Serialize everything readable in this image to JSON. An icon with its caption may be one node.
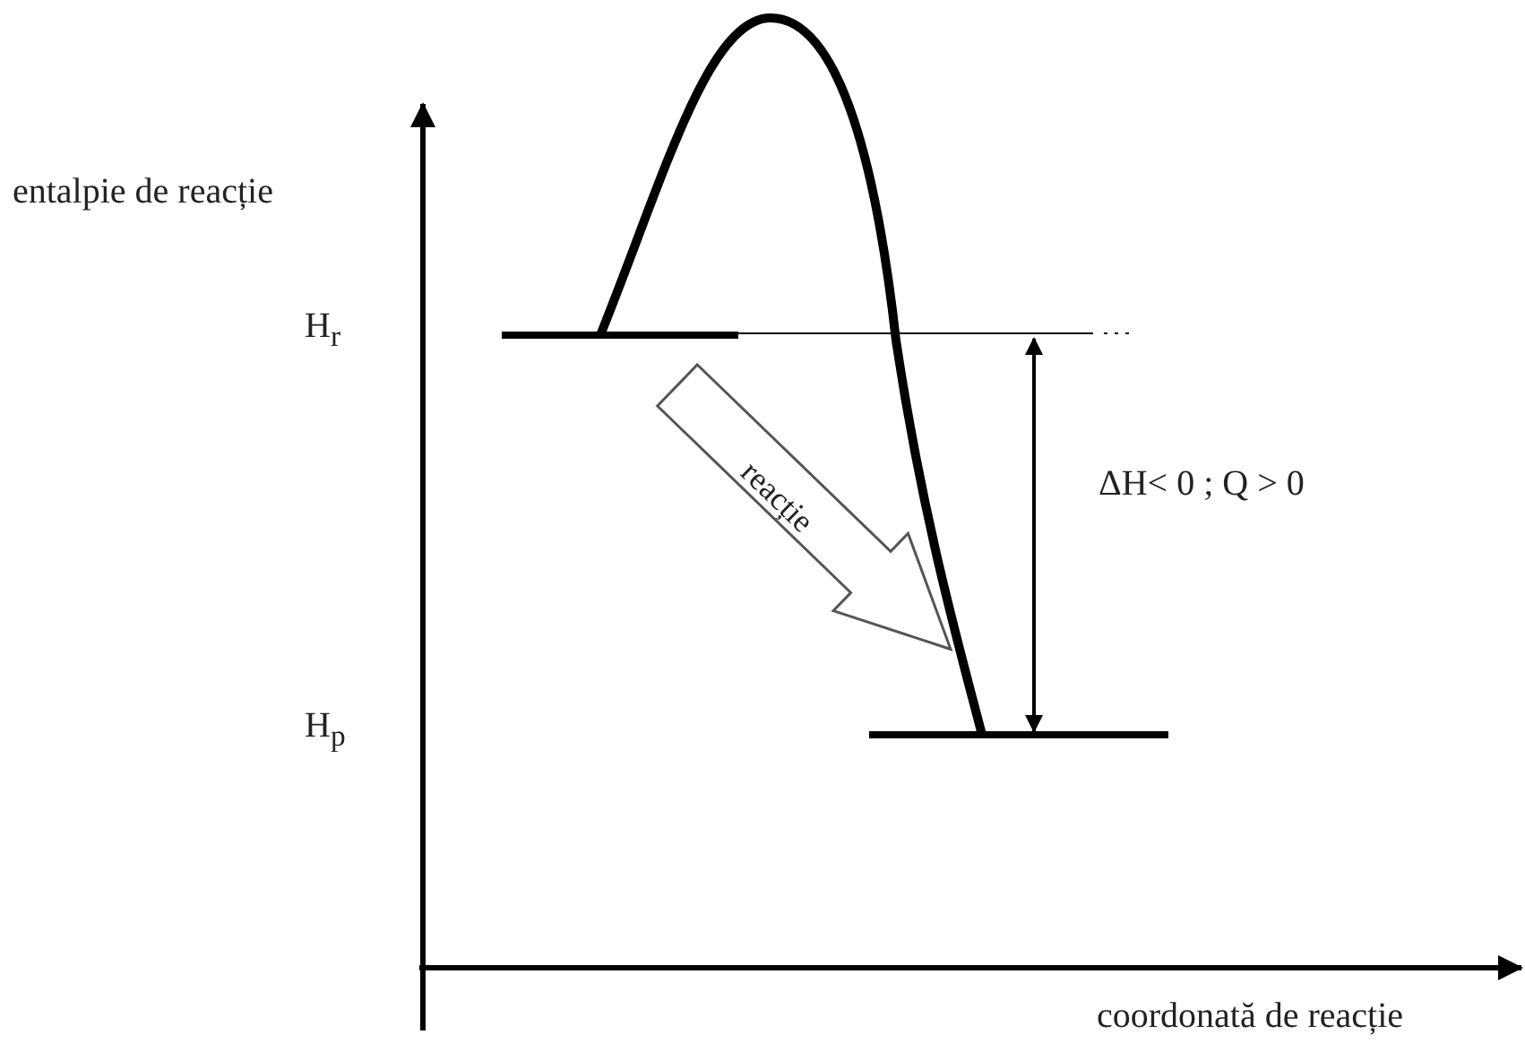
{
  "diagram": {
    "labels": [
      "entalpie de reacție",
      "H$_{r}$",
      "reacție",
      "ΔH< 0 ; Q > 0",
      "H$_{p}$",
      "coordonată de reacție"
    ]
  }
}
